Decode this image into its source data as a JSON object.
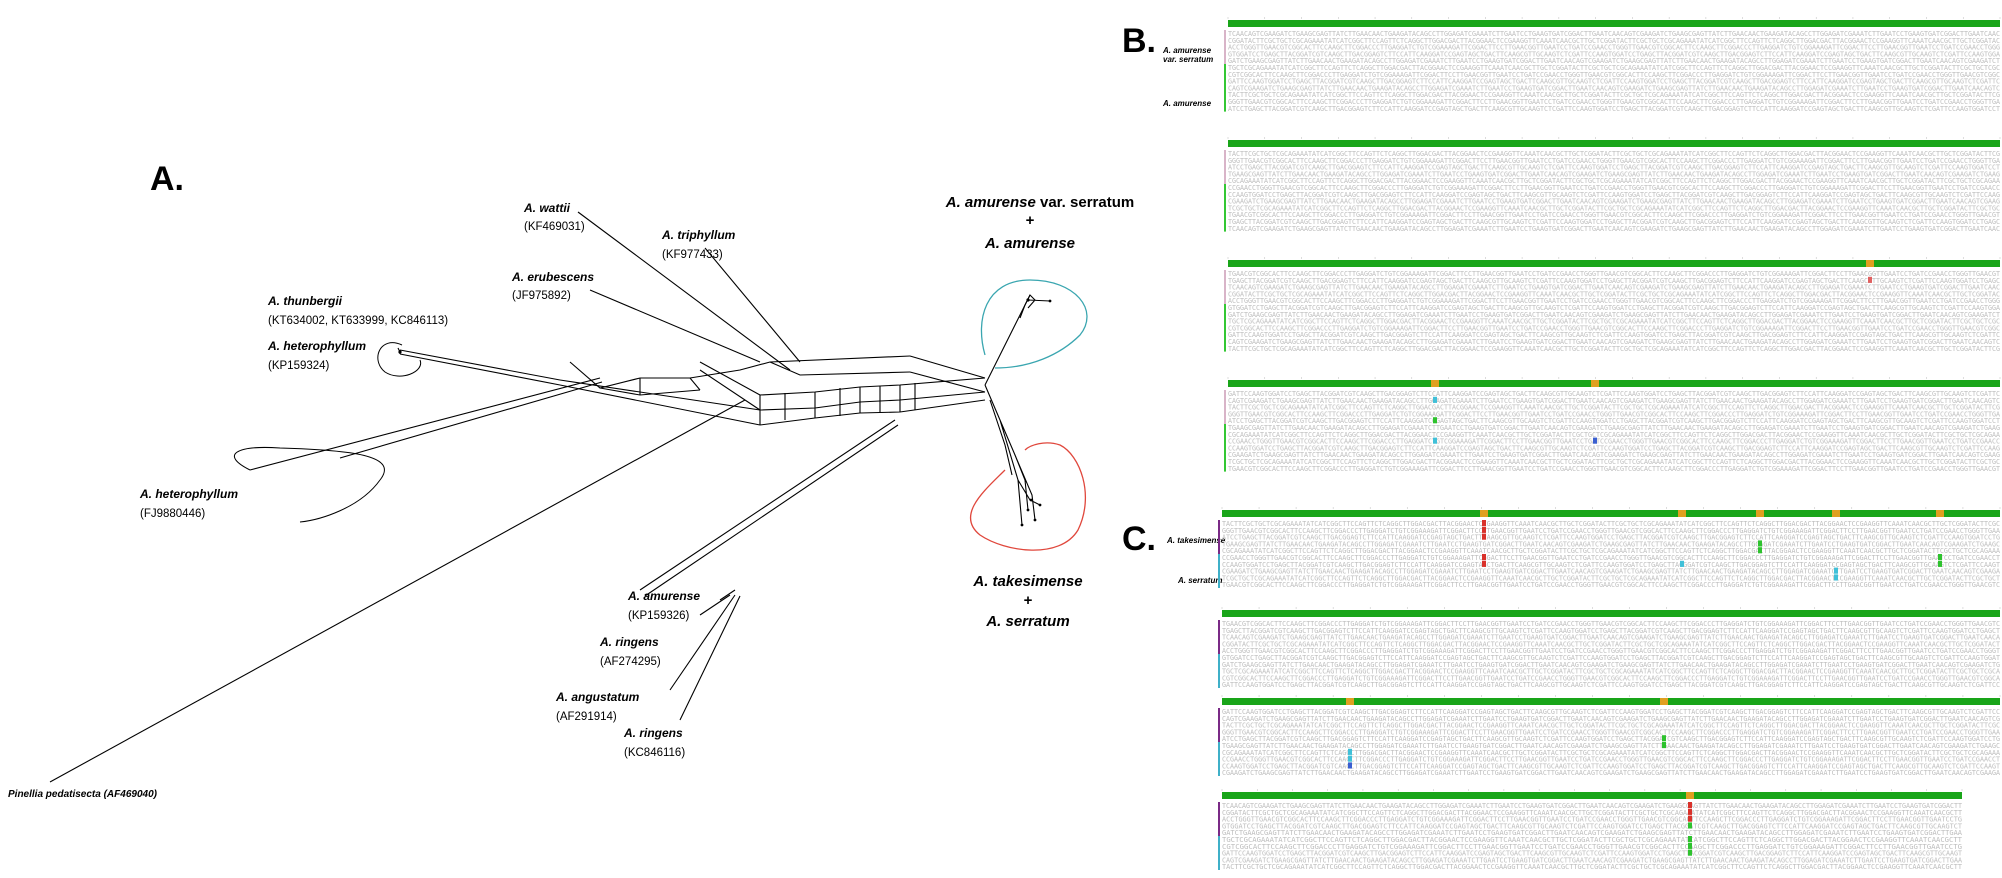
{
  "panels": {
    "a": "A.",
    "b": "B.",
    "c": "C."
  },
  "network": {
    "taxa": [
      {
        "id": "wattii",
        "name": "A. wattii",
        "accession": "(KF469031)"
      },
      {
        "id": "triphyllum",
        "name": "A. triphyllum",
        "accession": "(KF977433)"
      },
      {
        "id": "erubescens",
        "name": "A. erubescens",
        "accession": "(JF975892)"
      },
      {
        "id": "thunbergii",
        "name": "A. thunbergii",
        "accession": "(KT634002, KT633999, KC846113)"
      },
      {
        "id": "heterophyllum1",
        "name": "A. heterophyllum",
        "accession": "(KP159324)"
      },
      {
        "id": "heterophyllum2",
        "name": "A. heterophyllum",
        "accession": "(FJ9880446)"
      },
      {
        "id": "amurense",
        "name": "A. amurense",
        "accession": "(KP159326)"
      },
      {
        "id": "ringens1",
        "name": "A. ringens",
        "accession": "(AF274295)"
      },
      {
        "id": "angustatum",
        "name": "A. angustatum",
        "accession": "(AF291914)"
      },
      {
        "id": "ringens2",
        "name": "A. ringens",
        "accession": "(KC846116)"
      },
      {
        "id": "pinellia",
        "name": "Pinellia pedatisecta (AF469040)",
        "accession": ""
      }
    ],
    "groups": {
      "top_line1_italic": "A. amurense",
      "top_line1_rest": " var. serratum",
      "top_plus": "+",
      "top_line2": "A. amurense",
      "bottom_line1": "A. takesimense",
      "bottom_plus": "+",
      "bottom_line2": "A. serratum"
    },
    "colors": {
      "edges": "#000000",
      "top_group": "#3aa6b0",
      "bottom_group": "#e0473c",
      "singleton_loops": "#000000"
    }
  },
  "alignment_b": {
    "labels": {
      "serratum_1": "A. amurense",
      "serratum_2": "var. serratum",
      "amurense": "A. amurense"
    },
    "colors": {
      "consensus_bar": "#19a519",
      "serratum_bar": "#d8b4c8",
      "amurense_bar": "#34c734",
      "variant_orange": "#e0a020"
    }
  },
  "alignment_c": {
    "labels": {
      "takesimense": "A. takesimense",
      "serratum": "A. serratum"
    },
    "colors": {
      "consensus_bar": "#19a519",
      "takesimense_bar": "#7a2a86",
      "serratum_bar": "#3fb0c8",
      "variant_red": "#d9312a",
      "variant_green": "#2ec22e",
      "variant_cyan": "#40c0d8",
      "variant_blue": "#3a5fd0"
    }
  },
  "sequences": [
    "TCAACAGTCGAAGATCTGAAGCGAGTTATCTTGAACAACTGAAGATACAGCCTTGGAGATCGAAATCTTGAATCCTGAAGTGATCGGACTTGAA",
    "GCTCGGATACTTCGCTGCTCGCAGAAATATCATCGGCTTCCAGTTCTCAGGCTTGGACGACTTACGGAACTCCGAAGGTTCAAATCAACGCTT",
    "ATCCGAACCTGGGTTGAACGTCGGCACTTCCAAGCTTCGGACCCTTGAGGATCTGTCGGAAAGATTCGGACTTCCTTGAACGGTTGAATCCTG",
    "CGATTCCAAGTGGATCCTGAGCTTACGGATCGTCAAGCTTGACGGAGTCTTCCATTCAAGGATCCGAGTAGCTGACTTCAAGCGTTGCAAGTCT"
  ]
}
